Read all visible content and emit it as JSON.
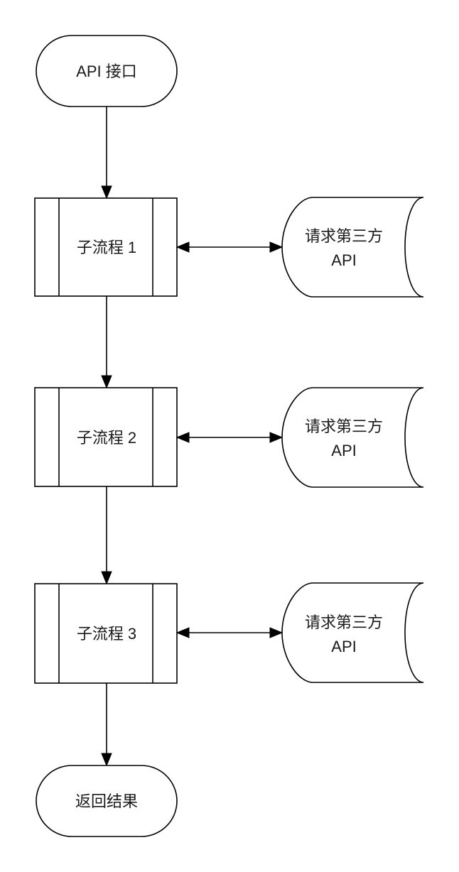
{
  "diagram": {
    "start": {
      "label": "API 接口"
    },
    "steps": [
      {
        "label": "子流程 1",
        "external": [
          "请求第三方",
          "API"
        ]
      },
      {
        "label": "子流程 2",
        "external": [
          "请求第三方",
          "API"
        ]
      },
      {
        "label": "子流程 3",
        "external": [
          "请求第三方",
          "API"
        ]
      }
    ],
    "end": {
      "label": "返回结果"
    },
    "colors": {
      "stroke": "#000000",
      "fill": "#ffffff",
      "text": "#1a1a1a"
    }
  }
}
